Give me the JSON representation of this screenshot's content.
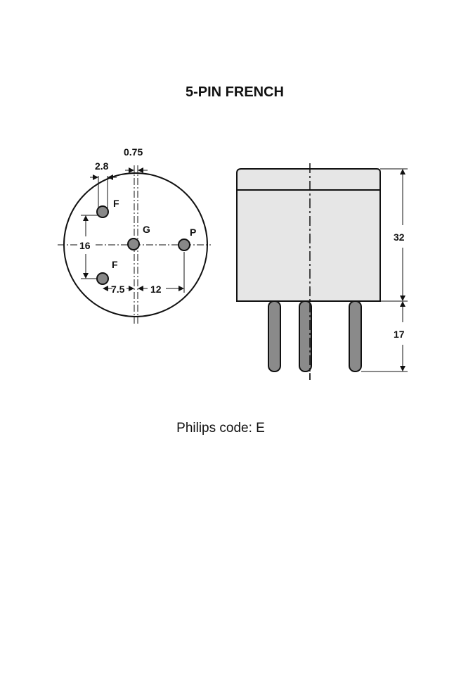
{
  "title": "5-PIN FRENCH",
  "caption": "Philips code: E",
  "colors": {
    "line": "#111111",
    "pin_fill": "#888888",
    "body_fill": "#e6e6e6",
    "pin_bar_fill": "#8a8a8a"
  },
  "base_view": {
    "pins": [
      {
        "label": "F"
      },
      {
        "label": "G"
      },
      {
        "label": "P"
      },
      {
        "label": "F"
      }
    ],
    "dimensions": [
      {
        "text": "0.75"
      },
      {
        "text": "2.8"
      },
      {
        "text": "16"
      },
      {
        "text": "7.5"
      },
      {
        "text": "12"
      }
    ]
  },
  "side_view": {
    "dimensions": [
      {
        "text": "32"
      },
      {
        "text": "17"
      }
    ]
  }
}
